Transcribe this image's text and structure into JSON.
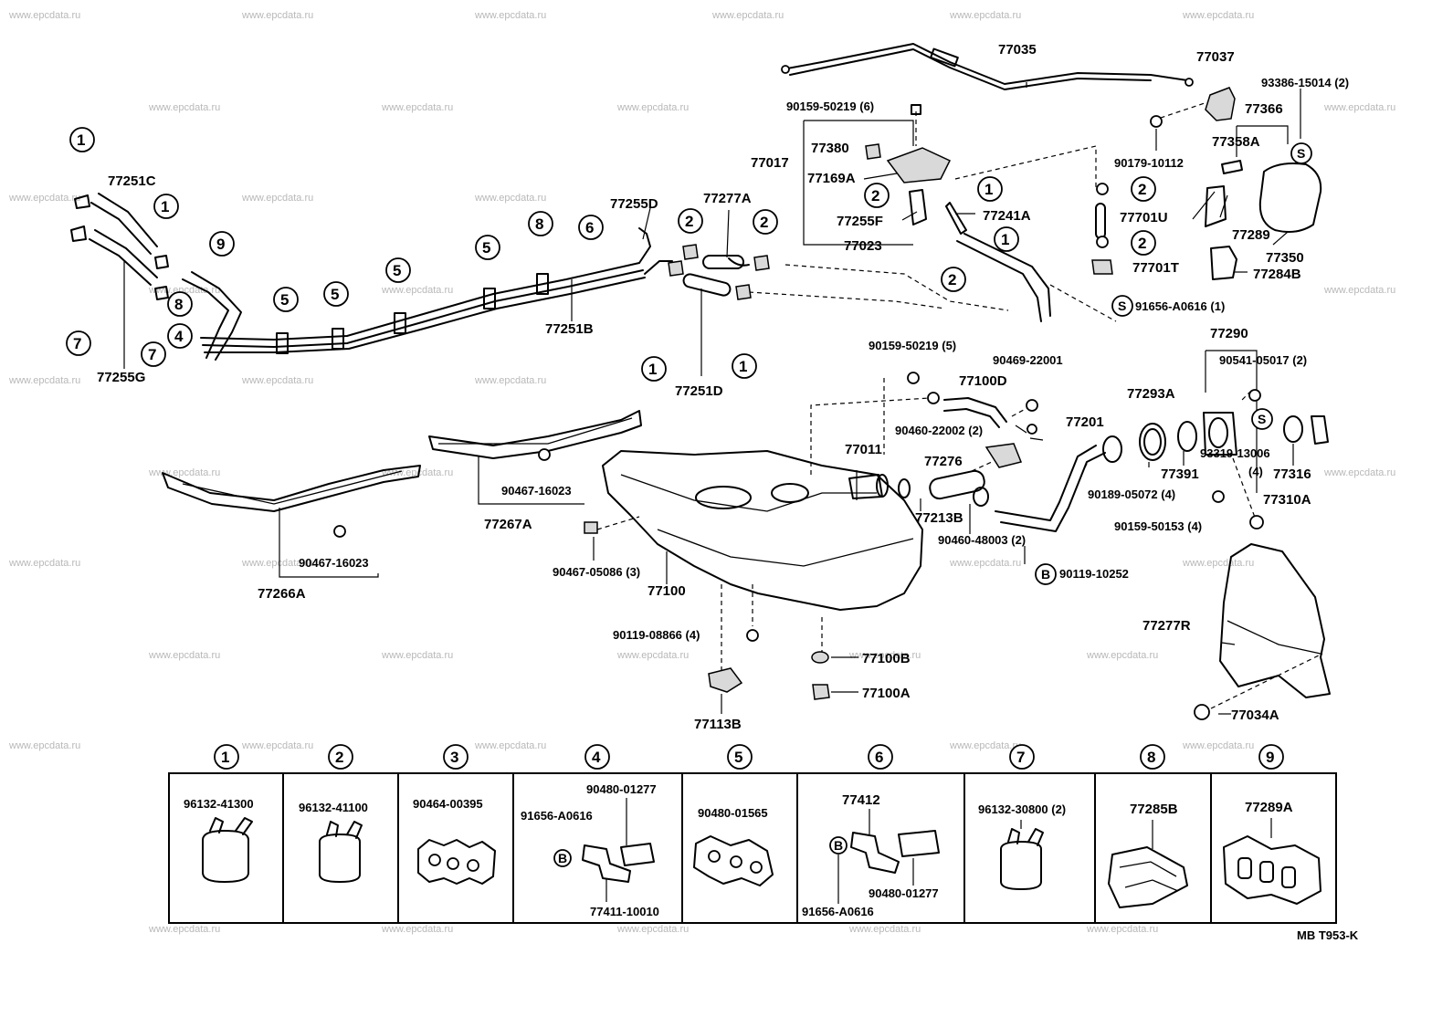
{
  "watermark": "www.epcdata.ru",
  "diagram_code": "MB T953-K",
  "part_labels": {
    "p77035": "77035",
    "p77037": "77037",
    "p93386": "93386-15014 (2)",
    "p90159a": "90159-50219 (6)",
    "p77366": "77366",
    "p77017": "77017",
    "p77380": "77380",
    "p77358a": "77358A",
    "p90179": "90179-10112",
    "p77169a": "77169A",
    "p77251c": "77251C",
    "p77255d": "77255D",
    "p77277a": "77277A",
    "p77255f": "77255F",
    "p77241a": "77241A",
    "p77701u": "77701U",
    "p77289": "77289",
    "p77023": "77023",
    "p77350": "77350",
    "p77701t": "77701T",
    "p77284b": "77284B",
    "p91656a": "91656-A0616 (1)",
    "p77251b": "77251B",
    "p77290": "77290",
    "p77255g": "77255G",
    "p90159b": "90159-50219 (5)",
    "p90469": "90469-22001",
    "p90541": "90541-05017 (2)",
    "p77251d": "77251D",
    "p77100d": "77100D",
    "p77293a": "77293A",
    "p77201": "77201",
    "p90460a": "90460-22002 (2)",
    "p77011": "77011",
    "p77276": "77276",
    "p93319": "93319-13006",
    "p93319q": "(4)",
    "p77391": "77391",
    "p77316": "77316",
    "p90467a": "90467-16023",
    "p90189": "90189-05072 (4)",
    "p77310a": "77310A",
    "p77213b": "77213B",
    "p77267a": "77267A",
    "p90159c": "90159-50153 (4)",
    "p90460b": "90460-48003 (2)",
    "p90467b": "90467-16023",
    "p90467c": "90467-05086 (3)",
    "p90119a": "90119-10252",
    "p77100": "77100",
    "p77266a": "77266A",
    "p77277r": "77277R",
    "p90119b": "90119-08866 (4)",
    "p77100b": "77100B",
    "p77100a": "77100A",
    "p77034a": "77034A",
    "p77113b": "77113B"
  },
  "callout_symbols": {
    "s": "S",
    "b": "B"
  },
  "legend": [
    {
      "num": "1",
      "parts": [
        "96132-41300"
      ]
    },
    {
      "num": "2",
      "parts": [
        "96132-41100"
      ]
    },
    {
      "num": "3",
      "parts": [
        "90464-00395"
      ]
    },
    {
      "num": "4",
      "parts": [
        "91656-A0616",
        "90480-01277",
        "77411-10010"
      ]
    },
    {
      "num": "5",
      "parts": [
        "90480-01565"
      ]
    },
    {
      "num": "6",
      "parts": [
        "77412",
        "90480-01277",
        "91656-A0616"
      ]
    },
    {
      "num": "7",
      "parts": [
        "96132-30800 (2)"
      ]
    },
    {
      "num": "8",
      "parts": [
        "77285B"
      ]
    },
    {
      "num": "9",
      "parts": [
        "77289A"
      ]
    }
  ]
}
